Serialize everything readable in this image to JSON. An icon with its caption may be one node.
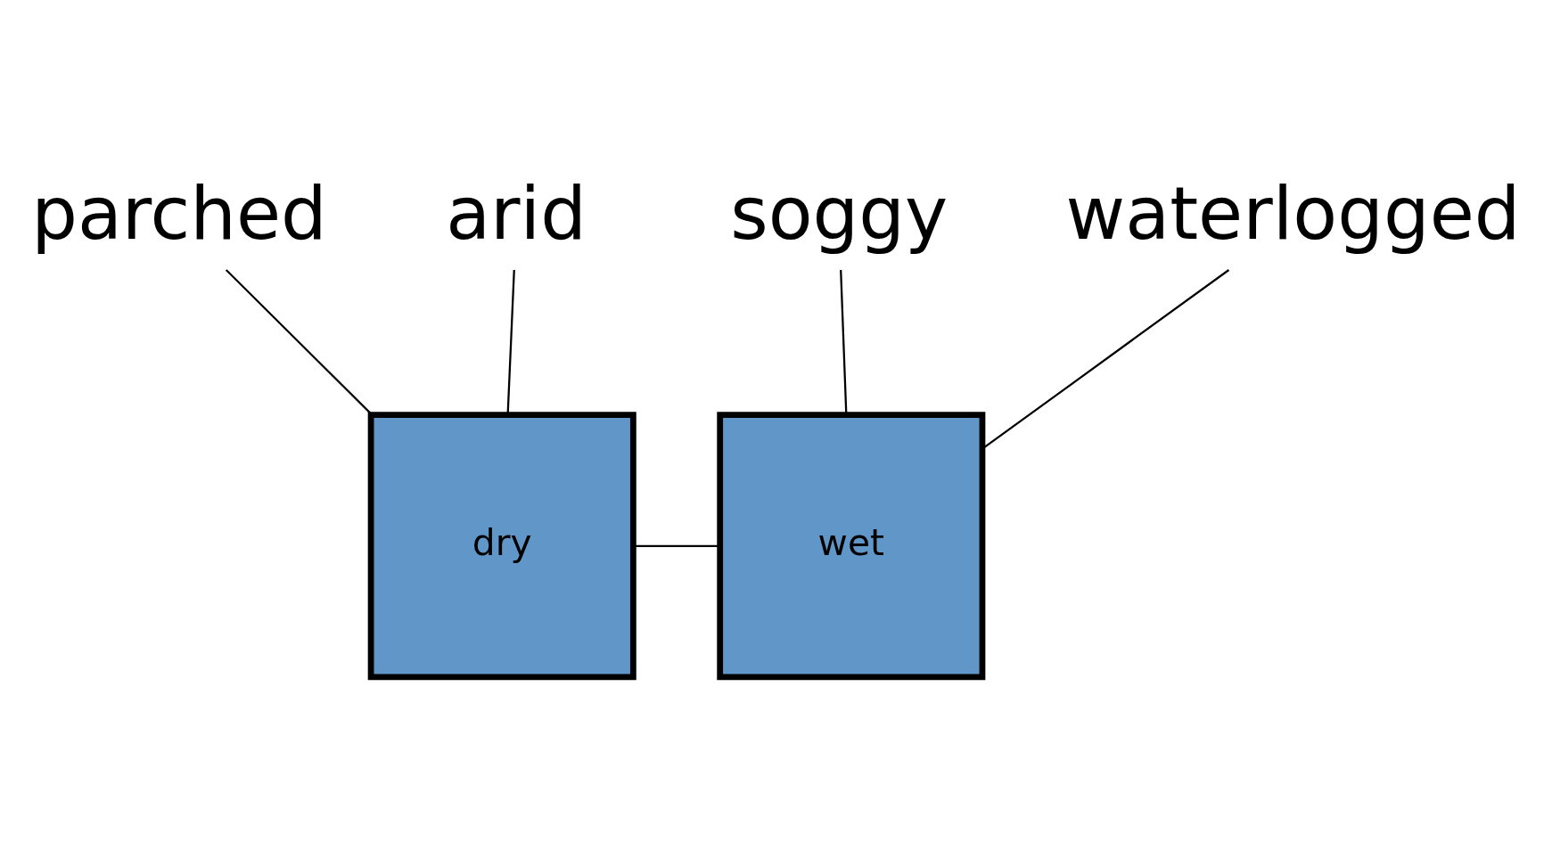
{
  "diagram": {
    "nodes": [
      {
        "text": [
          "parched"
        ]
      },
      {
        "text": [
          "arid"
        ]
      },
      {
        "text": [
          "soggy"
        ]
      },
      {
        "text": [
          "waterlogged"
        ]
      },
      {
        "text": [
          "dry"
        ]
      },
      {
        "text": [
          "wet"
        ]
      }
    ],
    "edges": [
      {
        "from": 0,
        "to": 4,
        "arrow": "none"
      },
      {
        "from": 1,
        "to": 4,
        "arrow": "none"
      },
      {
        "from": 2,
        "to": 5,
        "arrow": "none"
      },
      {
        "from": 3,
        "to": 5,
        "arrow": "none"
      },
      {
        "from": 4,
        "to": 5,
        "arrow": "none"
      }
    ]
  }
}
